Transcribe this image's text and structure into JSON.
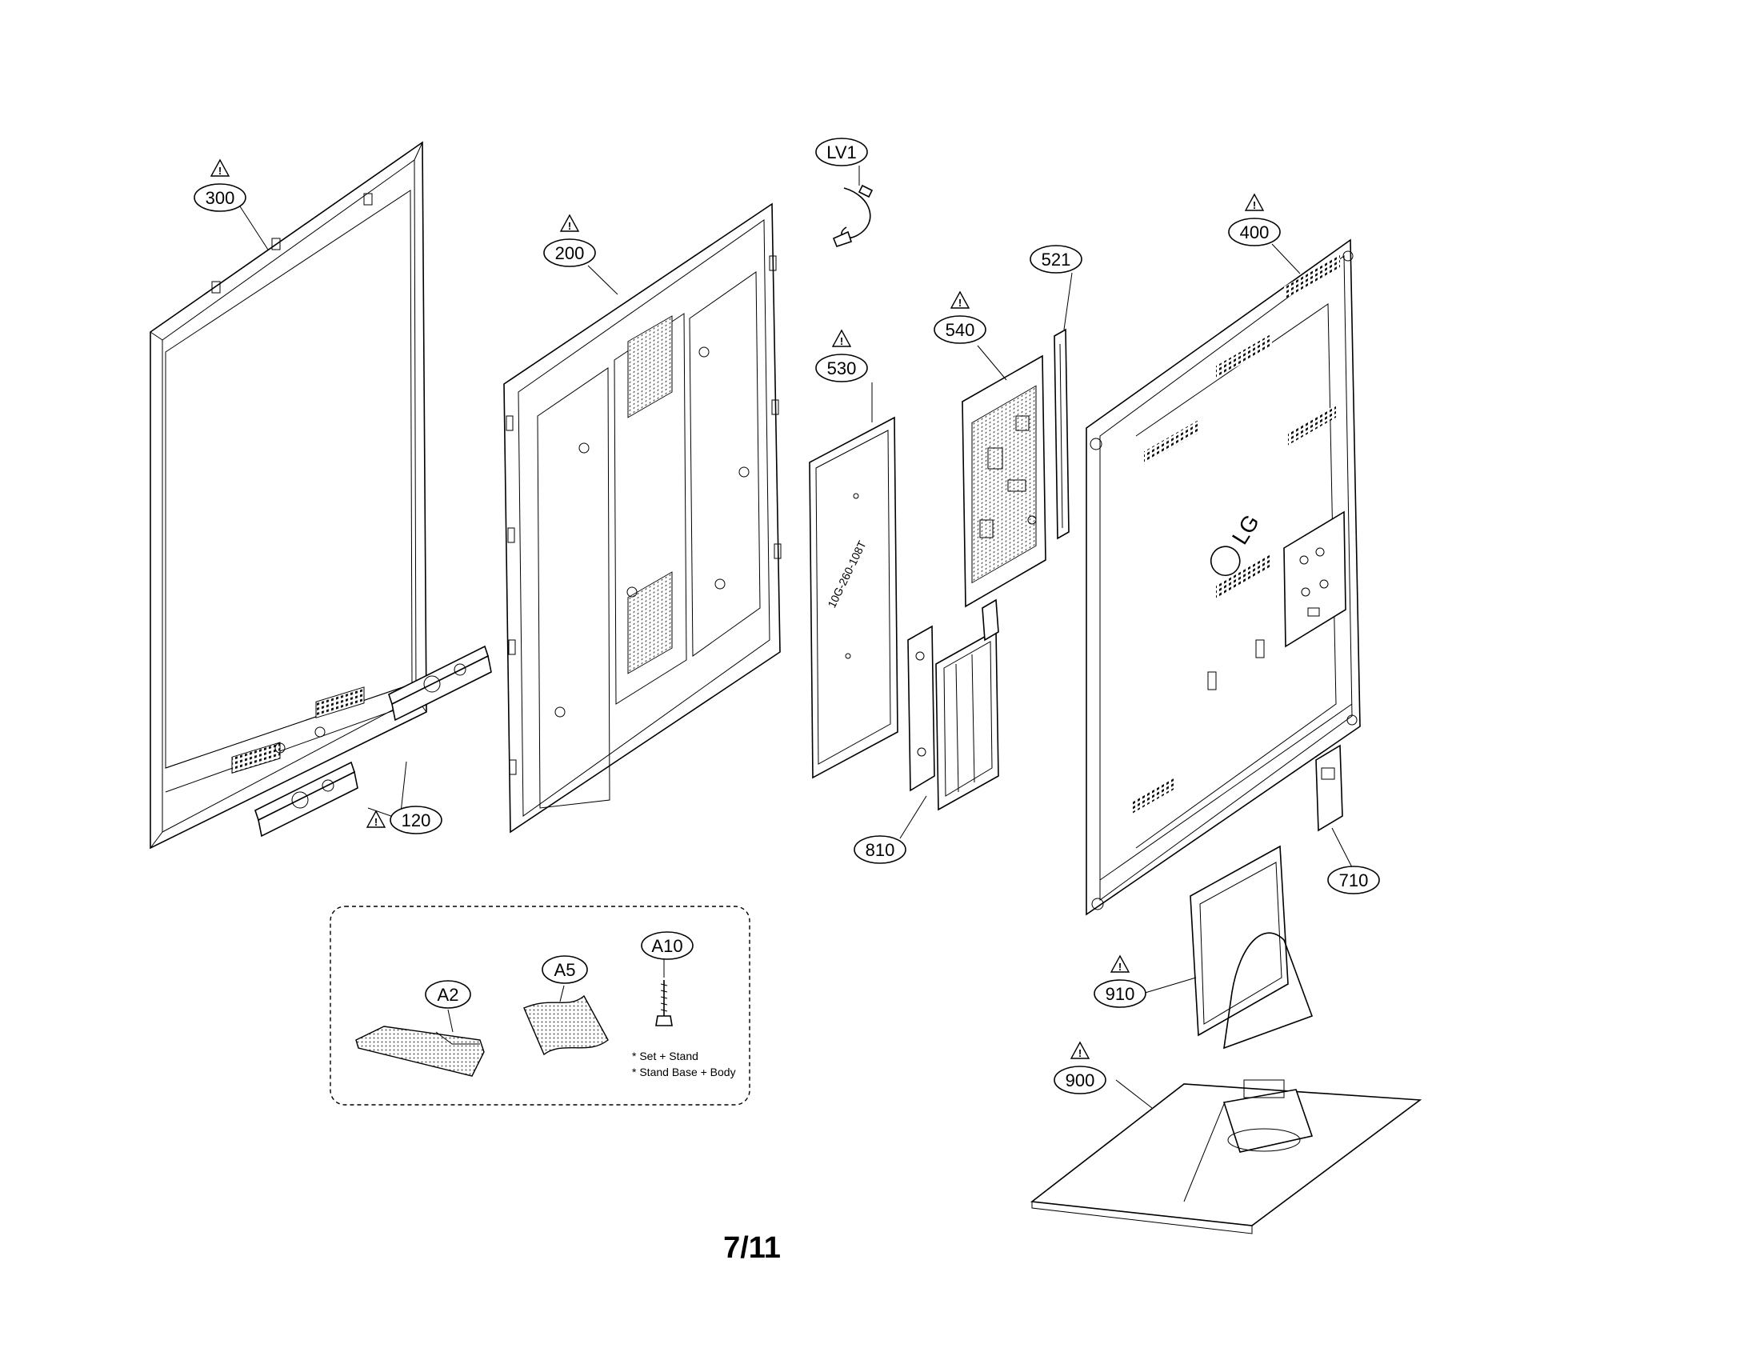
{
  "callouts": [
    {
      "id": "300",
      "warning": true
    },
    {
      "id": "200",
      "warning": true
    },
    {
      "id": "LV1",
      "warning": false
    },
    {
      "id": "530",
      "warning": true
    },
    {
      "id": "540",
      "warning": true
    },
    {
      "id": "521",
      "warning": false
    },
    {
      "id": "400",
      "warning": true
    },
    {
      "id": "120",
      "warning": true
    },
    {
      "id": "810",
      "warning": false
    },
    {
      "id": "710",
      "warning": false
    },
    {
      "id": "910",
      "warning": true
    },
    {
      "id": "900",
      "warning": true
    },
    {
      "id": "A2",
      "warning": false
    },
    {
      "id": "A5",
      "warning": false
    },
    {
      "id": "A10",
      "warning": false
    }
  ],
  "accessory_notes": [
    "* Set + Stand",
    "* Stand Base + Body"
  ],
  "brand_logo": "LG",
  "board_text": "10G-260-108T",
  "page_number": "7/11",
  "warning_symbol": "!"
}
